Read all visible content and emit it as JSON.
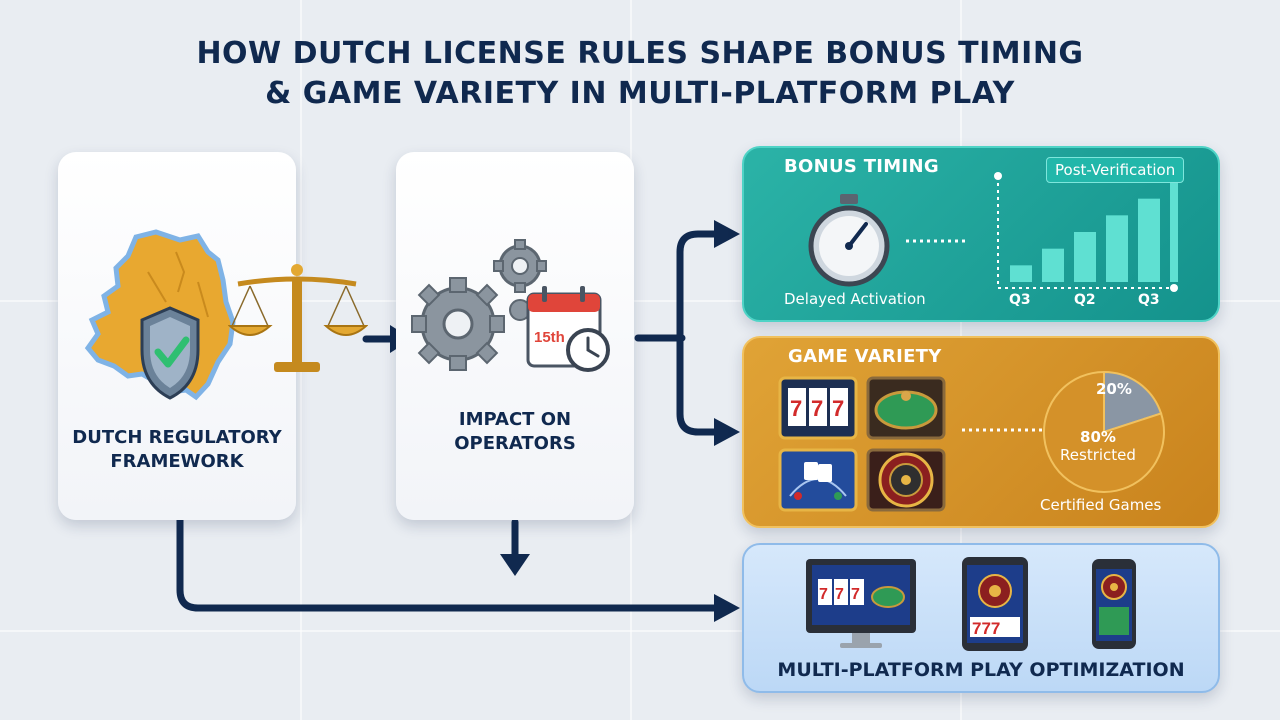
{
  "title": {
    "line1": "HOW DUTCH LICENSE RULES SHAPE BONUS TIMING",
    "line2": "& GAME VARIETY IN MULTI-PLATFORM PLAY"
  },
  "framework": {
    "label_line1": "DUTCH REGULATORY",
    "label_line2": "FRAMEWORK"
  },
  "operators": {
    "label_line1": "IMPACT ON",
    "label_line2": "OPERATORS",
    "calendar_day": "15th"
  },
  "bonus_timing": {
    "title": "BONUS TIMING",
    "caption": "Delayed Activation",
    "callout": "Post-Verification",
    "chart": {
      "type": "bar",
      "tick_labels": [
        "Q3",
        "Q2",
        "Q3"
      ],
      "values": [
        1,
        2,
        3,
        4,
        5,
        6
      ]
    }
  },
  "game_variety": {
    "title": "GAME VARIETY",
    "caption": "Certified Games",
    "pie": {
      "type": "pie",
      "slices": [
        {
          "label": "20%",
          "value": 20
        },
        {
          "label": "80%",
          "sublabel": "Restricted",
          "value": 80
        }
      ]
    }
  },
  "multi_platform": {
    "title": "MULTI-PLATFORM PLAY OPTIMIZATION",
    "slot_text": "777"
  },
  "colors": {
    "navy": "#10294f",
    "teal": "#1aa39a",
    "orange": "#d4902a",
    "light_blue": "#cfe3f9"
  }
}
